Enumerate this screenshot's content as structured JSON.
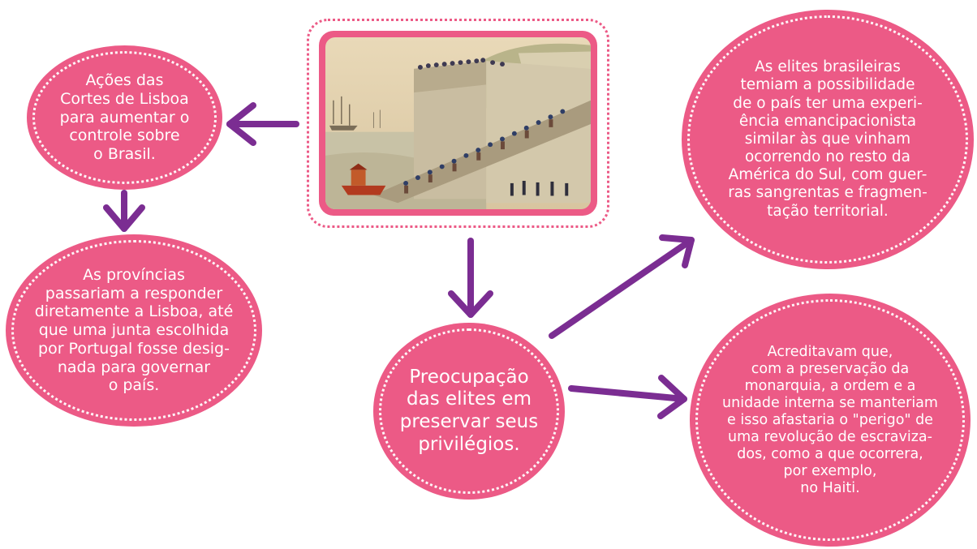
{
  "nodes": {
    "acoes": "Ações das\nCortes de Lisboa\npara aumentar o\ncontrole sobre\no Brasil.",
    "provincias": "As províncias\npassariam a responder\ndiretamente a Lisboa, até\nque uma junta escolhida\npor Portugal fosse desig-\nnada para governar\no país.",
    "preocupacao": "Preocupação\ndas elites em\npreservar seus\nprivilégios.",
    "elites": "As elites brasileiras\ntemiam a possibilidade\nde o país ter uma experi-\nência emancipacionista\nsimilar às que vinham\nocorrendo no resto da\nAmérica do Sul, com guer-\nras sangrentas e fragmen-\ntação territorial.",
    "acreditavam": "Acreditavam que,\ncom a preservação da\nmonarquia, a ordem e a\nunidade interna se manteriam\ne isso afastaria o \"perigo\" de\numa revolução de escraviza-\ndos, como a que ocorrera,\npor exemplo,\nno Haiti."
  },
  "colors": {
    "bubble": "#ec5a86",
    "arrow": "#7b2d92",
    "text": "#ffffff"
  }
}
